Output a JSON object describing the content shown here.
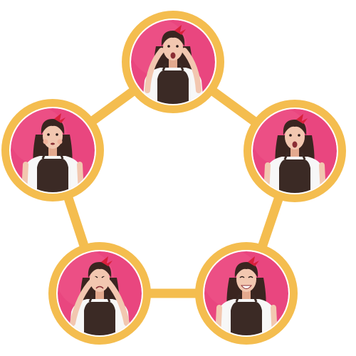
{
  "colors": {
    "background": "#ffffff",
    "ring": "#F4BD4F",
    "connector": "#F4BD4F",
    "photo_background": "#E9467F",
    "photo_background_dark": "#D7336C",
    "skin": "#F2C7B0",
    "skin_shade": "#E3A98E",
    "hair": "#3A2520",
    "apron": "#3B2A25",
    "shirt": "#F7F7F7",
    "headband": "#D8203C",
    "mouth": "#8A2E34"
  },
  "nodes": [
    {
      "expression": "shocked",
      "pose": "hands-on-cheeks"
    },
    {
      "expression": "surprised",
      "pose": "arms-down"
    },
    {
      "expression": "laughing",
      "pose": "arms-down"
    },
    {
      "expression": "crying",
      "pose": "hands-at-eyes"
    },
    {
      "expression": "puffed-cheeks",
      "pose": "arms-down"
    }
  ]
}
